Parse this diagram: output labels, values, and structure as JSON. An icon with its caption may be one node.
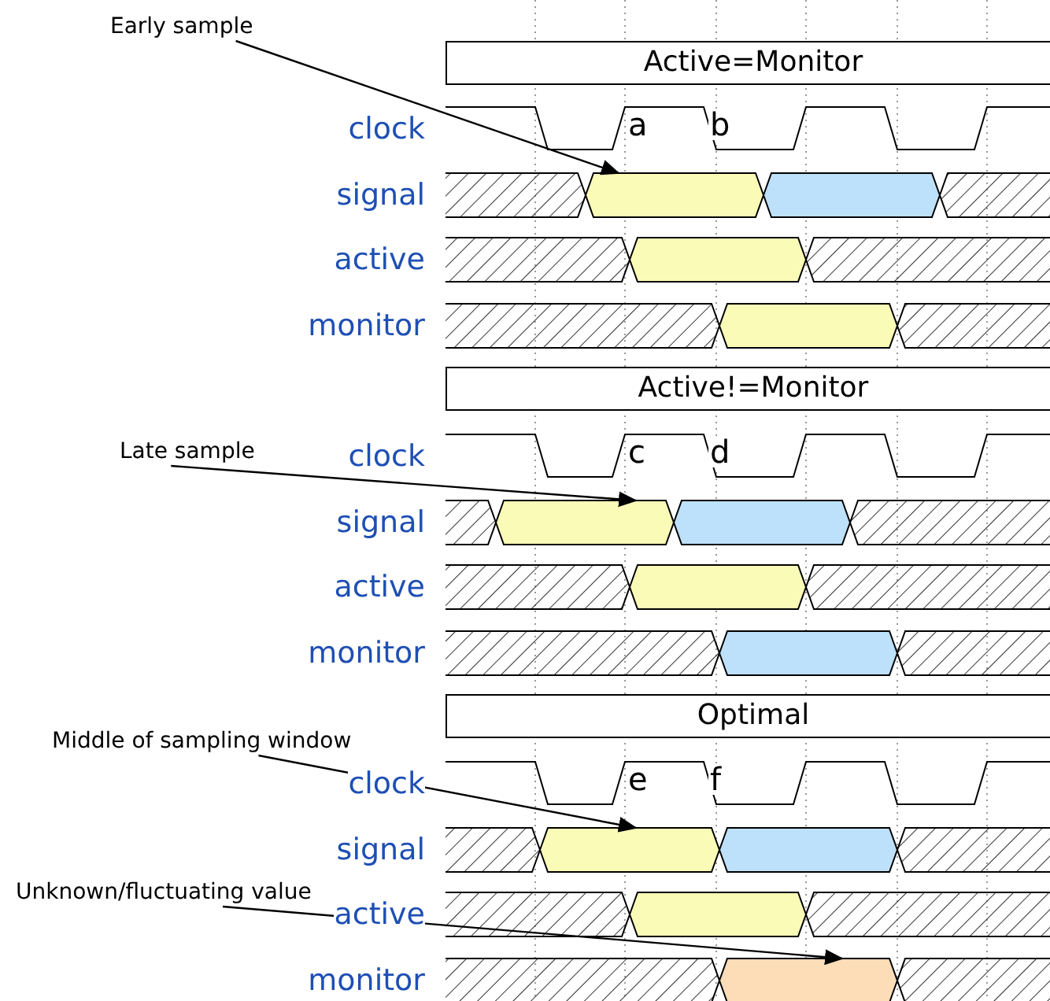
{
  "diagram": {
    "nodes": [
      {
        "text": [
          "Early sample"
        ]
      },
      {
        "text": [
          "Active=Monitor"
        ]
      },
      {
        "text": [],
        "shape": "bar"
      },
      {
        "text": [
          "Late sample"
        ]
      },
      {
        "text": [
          "Active!=Monitor"
        ]
      },
      {
        "text": [],
        "shape": "bar"
      },
      {
        "text": [
          "Middle of sampling window"
        ]
      },
      {
        "text": [
          "Optimal"
        ]
      },
      {
        "text": [],
        "shape": "bar"
      },
      {
        "text": [
          "Unknown/fluctuating value"
        ]
      },
      {
        "text": [],
        "shape": "bar"
      }
    ],
    "edges": [
      {
        "from": 0,
        "to": 2,
        "arrow": "to"
      },
      {
        "from": 3,
        "to": 5,
        "arrow": "to"
      },
      {
        "from": 6,
        "to": 8,
        "arrow": "to"
      },
      {
        "from": 9,
        "to": 10,
        "arrow": "to"
      }
    ],
    "labels": [
      "clock",
      "a",
      "b",
      "signal",
      "active",
      "monitor",
      "clock",
      "c",
      "d",
      "signal",
      "active",
      "monitor",
      "clock",
      "e",
      "f",
      "signal",
      "active",
      "monitor"
    ]
  }
}
